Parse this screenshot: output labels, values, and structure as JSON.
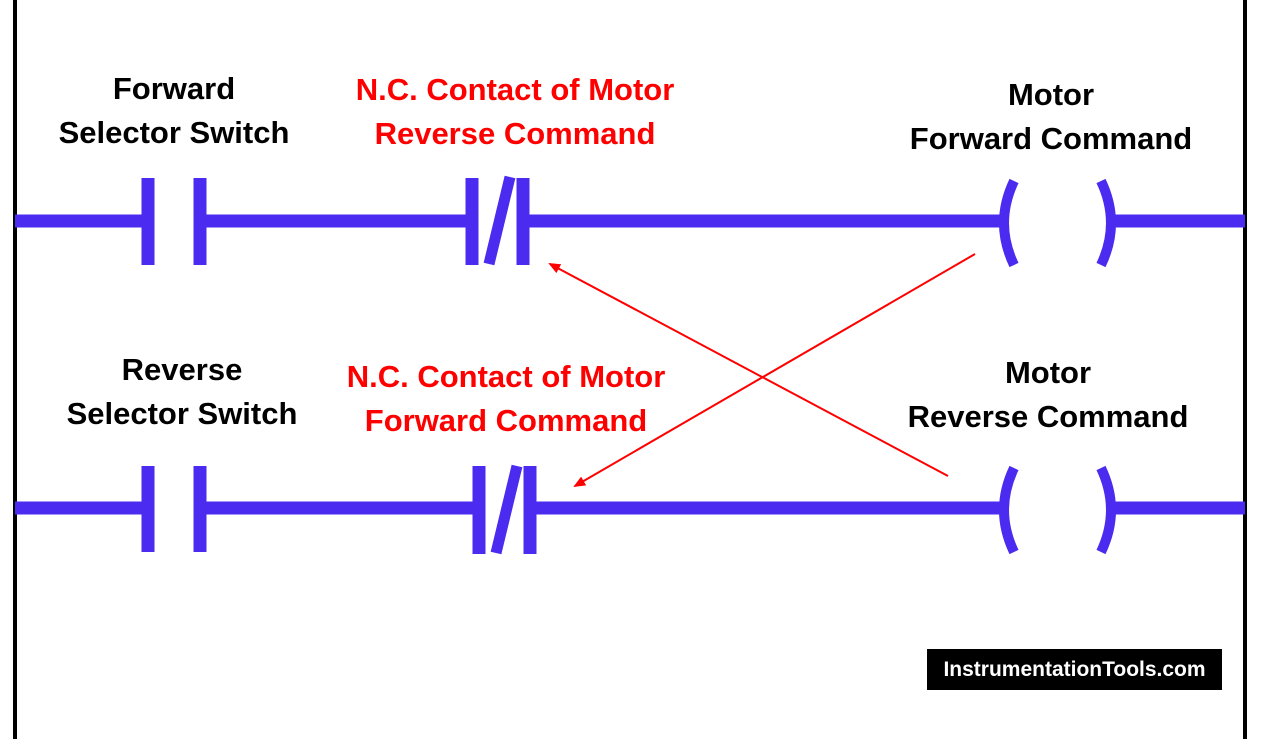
{
  "rung1": {
    "input_label": [
      "Forward",
      "Selector Switch"
    ],
    "interlock_label": [
      "N.C. Contact of Motor",
      "Reverse Command"
    ],
    "coil_label": [
      "Motor",
      "Forward Command"
    ]
  },
  "rung2": {
    "input_label": [
      "Reverse",
      "Selector Switch"
    ],
    "interlock_label": [
      "N.C. Contact of Motor",
      "Forward Command"
    ],
    "coil_label": [
      "Motor",
      "Reverse Command"
    ]
  },
  "watermark": "InstrumentationTools.com",
  "colors": {
    "ladder": "#4a2bef",
    "interlock_text": "#ff0000",
    "arrow": "#ff0000",
    "rail": "#000000",
    "text": "#000000"
  },
  "icons": [
    "no-contact-icon",
    "nc-contact-icon",
    "coil-icon",
    "arrow-icon"
  ]
}
